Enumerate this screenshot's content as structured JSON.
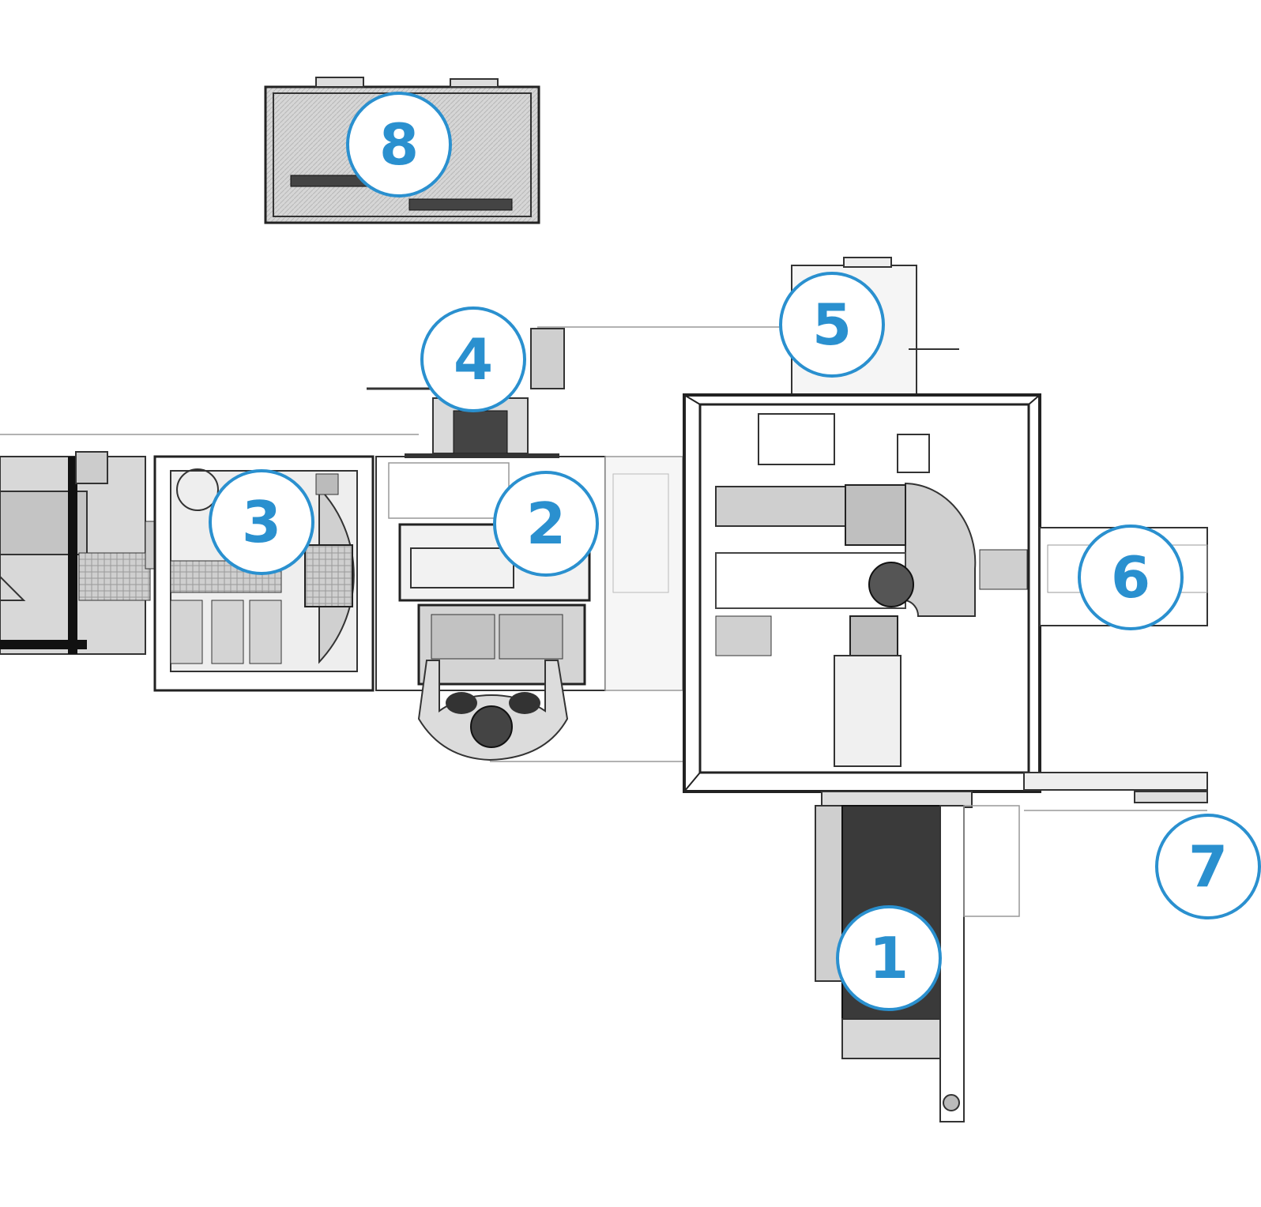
{
  "markers": [
    {
      "id": "1",
      "label": "1"
    },
    {
      "id": "2",
      "label": "2"
    },
    {
      "id": "3",
      "label": "3"
    },
    {
      "id": "4",
      "label": "4"
    },
    {
      "id": "5",
      "label": "5"
    },
    {
      "id": "6",
      "label": "6"
    },
    {
      "id": "7",
      "label": "7"
    },
    {
      "id": "8",
      "label": "8"
    }
  ],
  "colors": {
    "marker_blue": "#2a90cf",
    "machine_fill": "#d2d2d2",
    "machine_dark": "#8a8a8a",
    "outline": "#222222"
  },
  "icons": [
    "machine-layout-drawing",
    "operator-figure-icon",
    "control-cabinet-icon"
  ]
}
